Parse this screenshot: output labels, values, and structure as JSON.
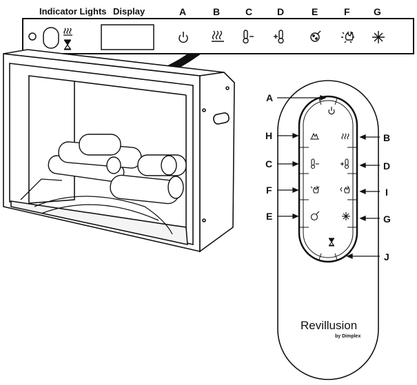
{
  "panel": {
    "indicator_lights_label": "Indicator Lights",
    "display_label": "Display",
    "columns": [
      {
        "letter": "A",
        "icon": "power-icon"
      },
      {
        "letter": "B",
        "icon": "heat-icon"
      },
      {
        "letter": "C",
        "icon": "temp-down-icon"
      },
      {
        "letter": "D",
        "icon": "temp-up-icon"
      },
      {
        "letter": "E",
        "icon": "color-palette-icon"
      },
      {
        "letter": "F",
        "icon": "flame-brightness-icon"
      },
      {
        "letter": "G",
        "icon": "light-icon"
      }
    ]
  },
  "remote": {
    "labels_left": [
      "A",
      "H",
      "C",
      "F",
      "E"
    ],
    "labels_right": [
      "B",
      "D",
      "I",
      "G",
      "J"
    ],
    "brand": "Revillusion",
    "sub_brand": "by Dimplex"
  }
}
